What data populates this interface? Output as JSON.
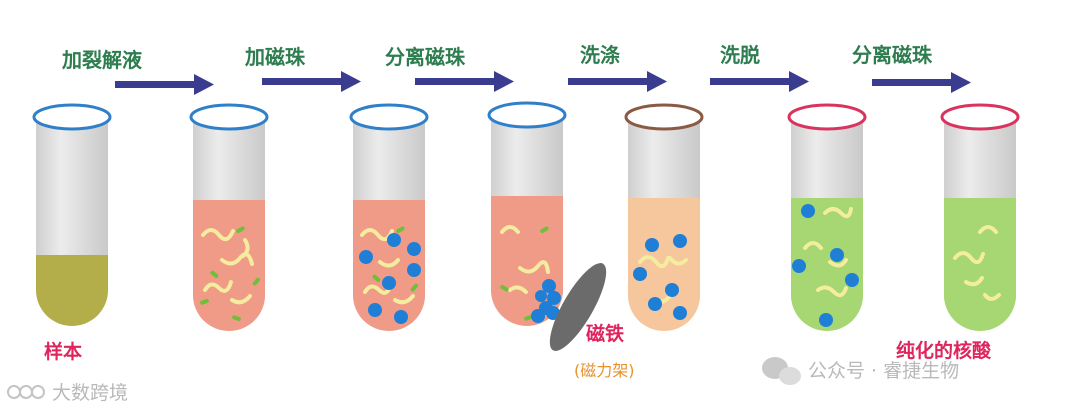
{
  "steps": [
    "加裂解液",
    "加磁珠",
    "分离磁珠",
    "洗涤",
    "洗脱",
    "分离磁珠"
  ],
  "labels": {
    "sample": "样本",
    "magnet": "磁铁",
    "magnet_rack": "(磁力架)",
    "pure_nucleic_acid": "纯化的核酸"
  },
  "watermarks": {
    "left": "大数跨境",
    "right": "公众号 · 睿捷生物"
  },
  "colors": {
    "step_text": "#2e7d4f",
    "arrow": "#3a3d8f",
    "rim_blue": "#2f7fc9",
    "rim_brown": "#8a5a44",
    "rim_red": "#d8345f",
    "sample_fill": "#b3ad4a",
    "lysate_fill": "#ef9b87",
    "wash_fill": "#f6c79d",
    "eluate_fill": "#a6d773",
    "bead": "#1f7fd6",
    "nucleic_acid": "#f4ec9e",
    "debris": "#6fbf3b",
    "magnet": "#6b6b6b"
  }
}
